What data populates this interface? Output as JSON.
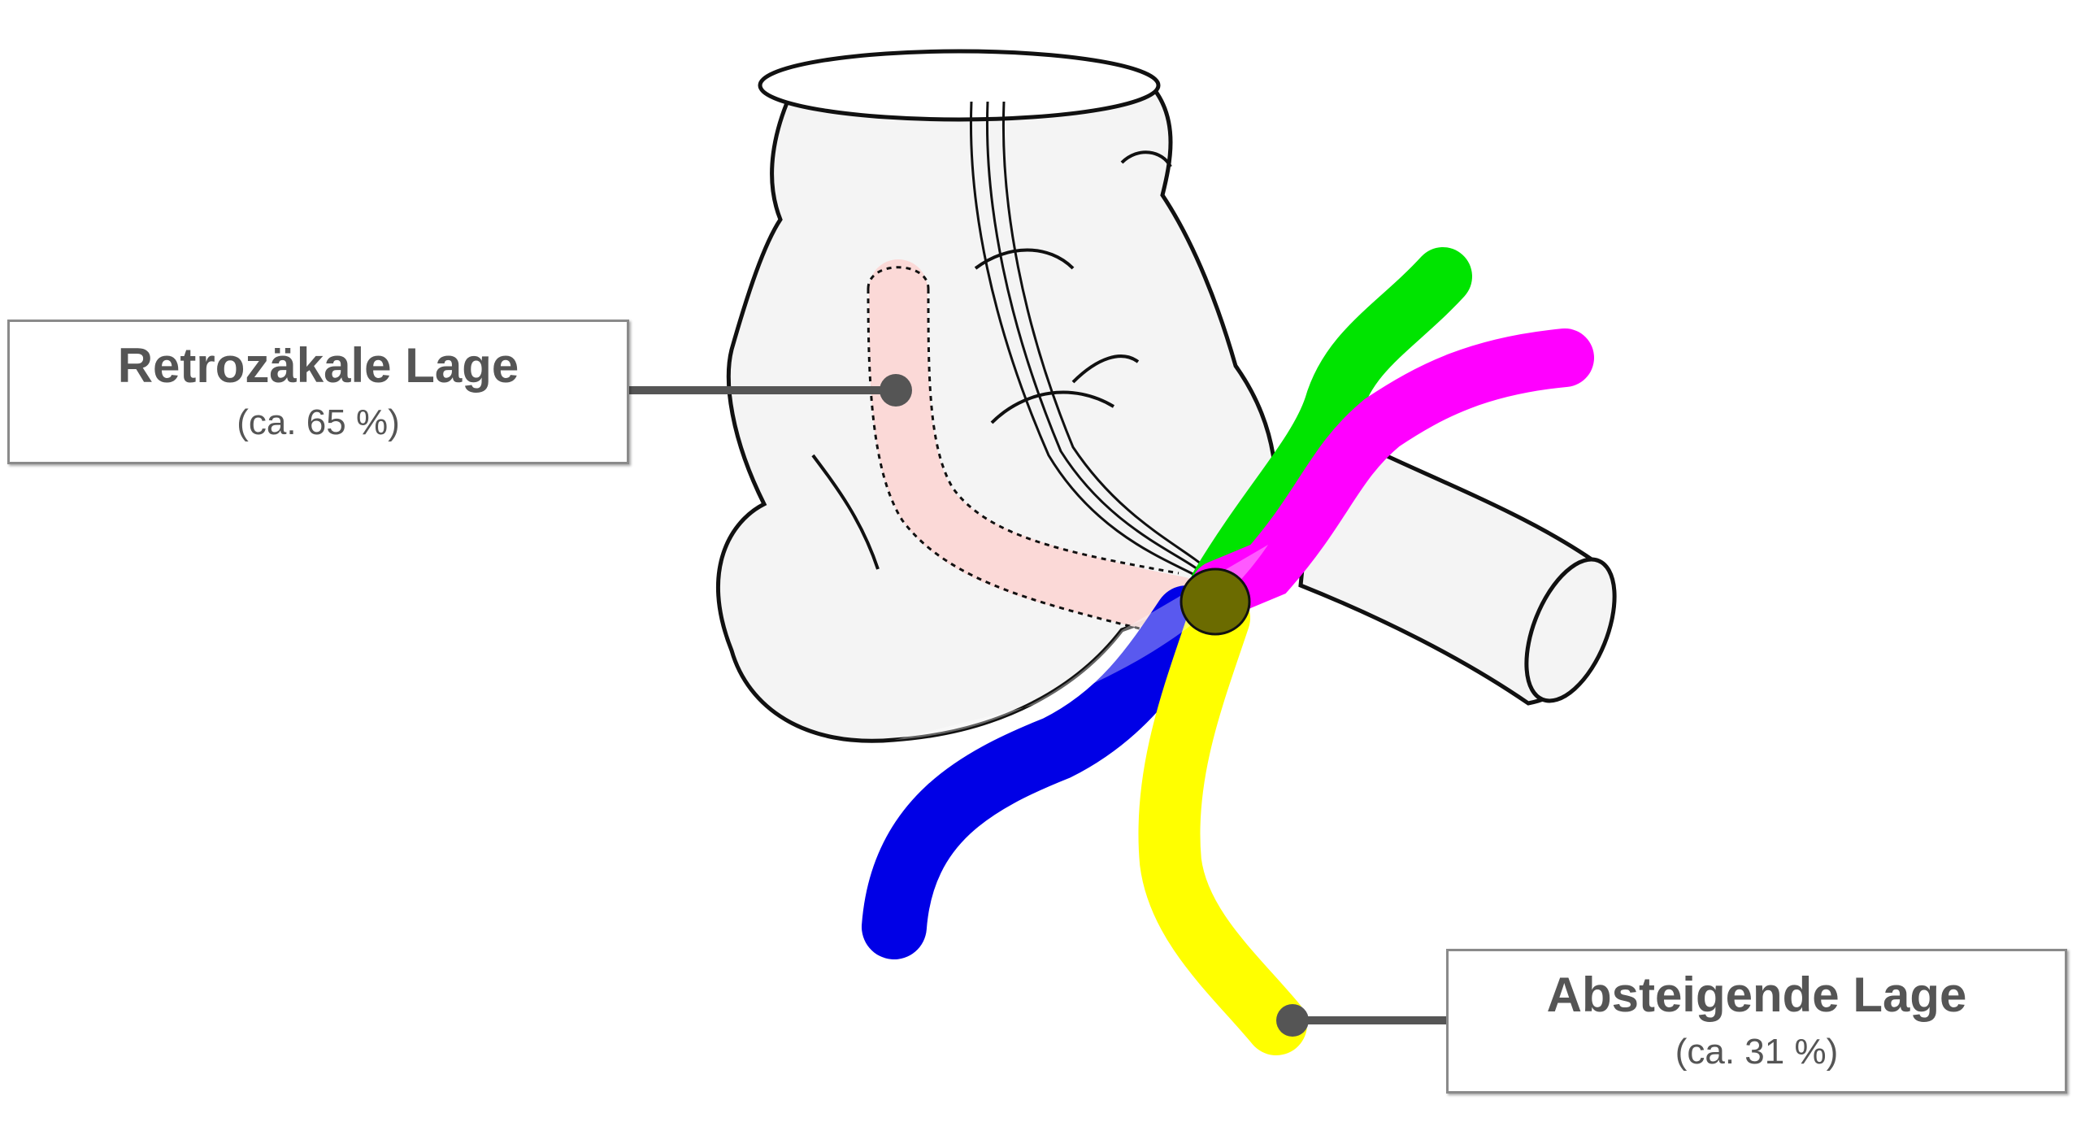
{
  "labels": {
    "retrocecal": {
      "title": "Retrozäkale Lage",
      "share": "(ca. 65 %)"
    },
    "descending": {
      "title": "Absteigende Lage",
      "share": "(ca. 31 %)"
    }
  },
  "colors": {
    "retrocecal": "#fbd7d5",
    "descending": "#ffff00",
    "green": "#00e400",
    "magenta": "#ff00ff",
    "blue": "#0000e6",
    "callout": "#555555"
  }
}
